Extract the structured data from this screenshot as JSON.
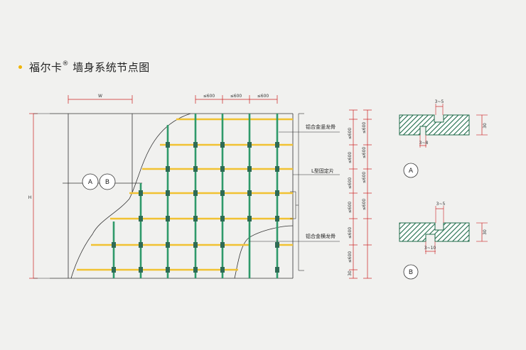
{
  "title": {
    "brand": "福尔卡",
    "mark": "®",
    "text": "墙身系统节点图"
  },
  "labels": {
    "vertical_keel": "铝合金竖龙骨",
    "l_bracket": "L型固定片",
    "horizontal_keel": "铝合金横龙骨"
  },
  "dims": {
    "top_left": "W",
    "top_spacing": [
      "≤600",
      "≤600",
      "≤600"
    ],
    "left_height": "H",
    "right_spacing": [
      "≤600",
      "≤600",
      "≤600",
      "≤600",
      "≤600",
      "≤600",
      "≤600",
      "≤600",
      "≤600",
      "≤600",
      "30"
    ],
    "detail_a_top": "3~5",
    "detail_a_bottom": "3~8",
    "detail_a_side": "30",
    "detail_b_top": "3~5",
    "detail_b_bottom": "3~10",
    "detail_b_side": "30"
  },
  "callouts": {
    "a": "A",
    "b": "B"
  },
  "colors": {
    "keel_green": "#2f9a6a",
    "keel_yellow": "#f1c232",
    "dim_red": "#cc2222",
    "hatch_green": "#1f6b4a"
  }
}
